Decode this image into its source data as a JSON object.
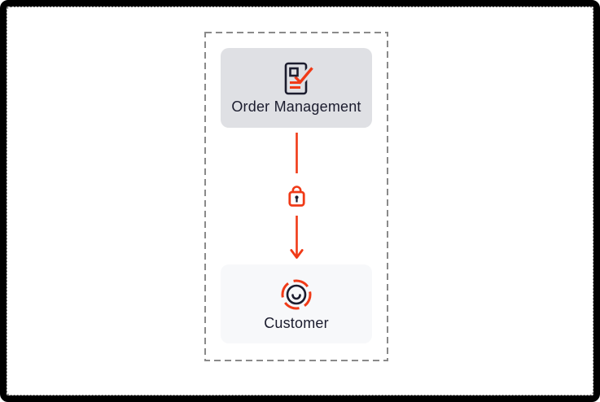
{
  "theme": {
    "accent-red": "#F03A17",
    "ink": "#1B1C2E",
    "node-top-bg": "#DFE0E4",
    "node-bottom-bg": "#F7F8FA",
    "dashed-border": "#8A8A8A",
    "frame-black": "#000000",
    "page-bg": "#FFFFFF"
  },
  "diagram": {
    "nodes": [
      {
        "id": "order-management",
        "label": "Order Management",
        "icon": "document-check-icon"
      },
      {
        "id": "customer",
        "label": "Customer",
        "icon": "customer-face-icon"
      }
    ],
    "connector": {
      "from": "order-management",
      "to": "customer",
      "direction": "down",
      "icon": "lock-icon"
    }
  }
}
